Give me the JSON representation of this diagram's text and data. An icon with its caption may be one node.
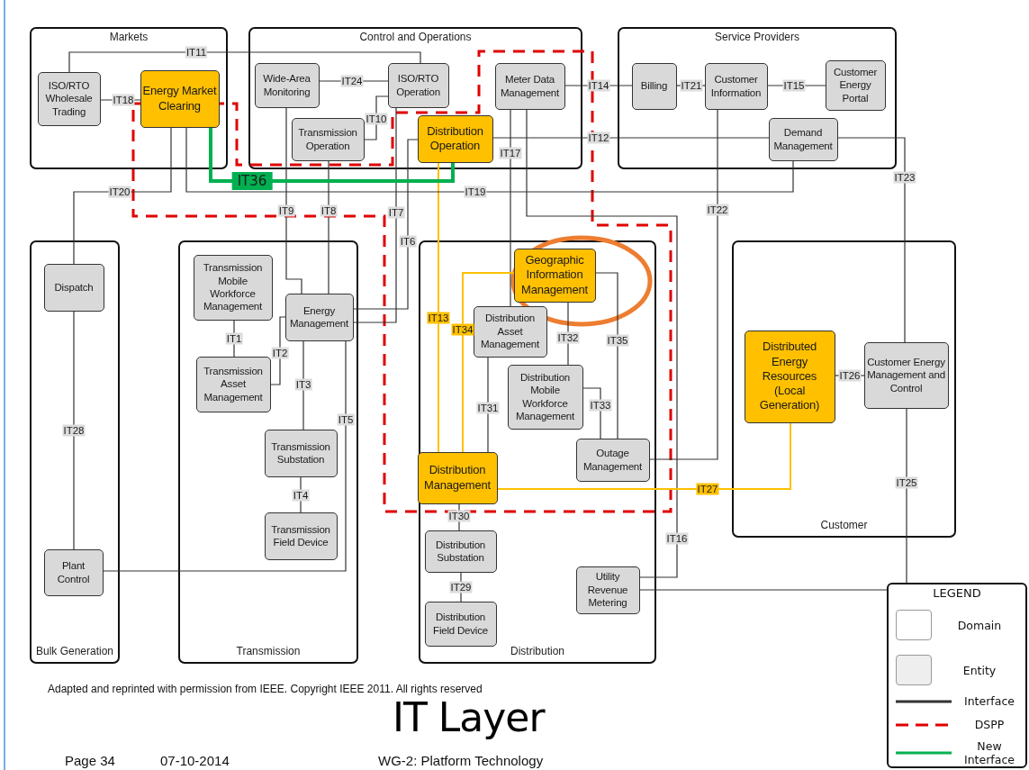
{
  "diagram": {
    "title": "IT Layer",
    "caption": "Adapted and reprinted with permission from IEEE. Copyright IEEE 2011.  All rights reserved",
    "nodes": [
      {
        "text": [
          "Markets"
        ]
      },
      {
        "text": [
          "Control and Operations"
        ]
      },
      {
        "text": [
          "Service Providers"
        ]
      },
      {
        "text": [
          "Bulk Generation"
        ]
      },
      {
        "text": [
          "Transmission"
        ]
      },
      {
        "text": [
          "Distribution"
        ]
      },
      {
        "text": [
          "Customer"
        ]
      },
      {
        "text": [
          "ISO/RTO Wholesale Trading"
        ],
        "in": 0
      },
      {
        "text": [
          "Energy Market Clearing"
        ],
        "in": 0
      },
      {
        "text": [
          "Wide-Area Monitoring"
        ],
        "in": 1
      },
      {
        "text": [
          "ISO/RTO Operation"
        ],
        "in": 1
      },
      {
        "text": [
          "Transmission Operation"
        ],
        "in": 1
      },
      {
        "text": [
          "Distribution Operation"
        ],
        "in": 1
      },
      {
        "text": [
          "Meter Data Management"
        ],
        "in": 1
      },
      {
        "text": [
          "Billing"
        ],
        "in": 2
      },
      {
        "text": [
          "Customer Information"
        ],
        "in": 2
      },
      {
        "text": [
          "Customer Energy Portal"
        ],
        "in": 2
      },
      {
        "text": [
          "Demand Management"
        ],
        "in": 2
      },
      {
        "text": [
          "Dispatch"
        ],
        "in": 3
      },
      {
        "text": [
          "Plant Control"
        ],
        "in": 3
      },
      {
        "text": [
          "Transmission Mobile Workforce Management"
        ],
        "in": 4
      },
      {
        "text": [
          "Transmission Asset Management"
        ],
        "in": 4
      },
      {
        "text": [
          "Energy Management"
        ],
        "in": 4
      },
      {
        "text": [
          "Transmission Substation"
        ],
        "in": 4
      },
      {
        "text": [
          "Transmission Field Device"
        ],
        "in": 4
      },
      {
        "text": [
          "Geographic Information Management"
        ],
        "in": 5
      },
      {
        "text": [
          "Distribution Asset Management"
        ],
        "in": 5
      },
      {
        "text": [
          "Distribution Mobile Workforce Management"
        ],
        "in": 5
      },
      {
        "text": [
          "Outage Management"
        ],
        "in": 5
      },
      {
        "text": [
          "Distribution Management"
        ],
        "in": 5
      },
      {
        "text": [
          "Distribution Substation"
        ],
        "in": 5
      },
      {
        "text": [
          "Distribution Field Device"
        ],
        "in": 5
      },
      {
        "text": [
          "Utility Revenue Metering"
        ],
        "in": 5
      },
      {
        "text": [
          "Distributed Energy Resources (Local Generation)"
        ],
        "in": 6
      },
      {
        "text": [
          "Customer Energy Management and Control"
        ],
        "in": 6
      }
    ],
    "edges": [
      {
        "from": 20,
        "to": 21,
        "arrow": "none",
        "label": "IT1"
      },
      {
        "from": 21,
        "to": 22,
        "arrow": "none",
        "label": "IT2"
      },
      {
        "from": 22,
        "to": 23,
        "arrow": "none",
        "label": "IT3"
      },
      {
        "from": 23,
        "to": 24,
        "arrow": "none",
        "label": "IT4"
      },
      {
        "from": 22,
        "to": 19,
        "arrow": "none",
        "label": "IT5"
      },
      {
        "from": 22,
        "to": 12,
        "arrow": "none",
        "label": "IT6"
      },
      {
        "from": 22,
        "to": 10,
        "arrow": "none",
        "label": "IT7"
      },
      {
        "from": 11,
        "to": 22,
        "arrow": "none",
        "label": "IT8"
      },
      {
        "from": 9,
        "to": 22,
        "arrow": "none",
        "label": "IT9"
      },
      {
        "from": 11,
        "to": 10,
        "arrow": "none",
        "label": "IT10"
      },
      {
        "from": 7,
        "to": 10,
        "arrow": "none",
        "label": "IT11"
      },
      {
        "from": 12,
        "to": 17,
        "arrow": "none",
        "label": "IT12"
      },
      {
        "from": 12,
        "to": 29,
        "arrow": "none",
        "label": "IT13",
        "color": "#ffc000"
      },
      {
        "from": 13,
        "to": 14,
        "arrow": "none",
        "label": "IT14"
      },
      {
        "from": 15,
        "to": 16,
        "arrow": "none",
        "label": "IT15"
      },
      {
        "from": 13,
        "to": 32,
        "arrow": "none",
        "label": "IT16"
      },
      {
        "from": 13,
        "to": 26,
        "arrow": "none",
        "label": "IT17"
      },
      {
        "from": 7,
        "to": 8,
        "arrow": "none",
        "label": "IT18"
      },
      {
        "from": 8,
        "to": 17,
        "arrow": "none",
        "label": "IT19"
      },
      {
        "from": 8,
        "to": 18,
        "arrow": "none",
        "label": "IT20"
      },
      {
        "from": 14,
        "to": 15,
        "arrow": "none",
        "label": "IT21"
      },
      {
        "from": 15,
        "to": 28,
        "arrow": "none",
        "label": "IT22"
      },
      {
        "from": 17,
        "to": 34,
        "arrow": "none",
        "label": "IT23"
      },
      {
        "from": 9,
        "to": 10,
        "arrow": "none",
        "label": "IT24"
      },
      {
        "from": 34,
        "to": 32,
        "arrow": "none",
        "label": "IT25"
      },
      {
        "from": 33,
        "to": 34,
        "arrow": "none",
        "label": "IT26"
      },
      {
        "from": 29,
        "to": 33,
        "arrow": "none",
        "label": "IT27",
        "color": "#ffc000"
      },
      {
        "from": 18,
        "to": 19,
        "arrow": "none",
        "label": "IT28"
      },
      {
        "from": 30,
        "to": 31,
        "arrow": "none",
        "label": "IT29"
      },
      {
        "from": 29,
        "to": 30,
        "arrow": "none",
        "label": "IT30"
      },
      {
        "from": 26,
        "to": 29,
        "arrow": "none",
        "label": "IT31"
      },
      {
        "from": 25,
        "to": 27,
        "arrow": "none",
        "label": "IT32"
      },
      {
        "from": 27,
        "to": 28,
        "arrow": "none",
        "label": "IT33"
      },
      {
        "from": 25,
        "to": 29,
        "arrow": "none",
        "label": "IT34",
        "color": "#ffc000"
      },
      {
        "from": 25,
        "to": 28,
        "arrow": "none",
        "label": "IT35"
      },
      {
        "from": 8,
        "to": 12,
        "arrow": "none",
        "label": "IT36",
        "style": "thick",
        "color": "#00b050"
      }
    ],
    "labels": [
      "LEGEND",
      "Page 34",
      "07-10-2014",
      "WG-2: Platform Technology"
    ],
    "legend": [
      {
        "text": "Domain"
      },
      {
        "text": "Entity"
      },
      {
        "text": "Interface"
      },
      {
        "text": "DSPP"
      },
      {
        "text": "New Interface"
      }
    ]
  }
}
